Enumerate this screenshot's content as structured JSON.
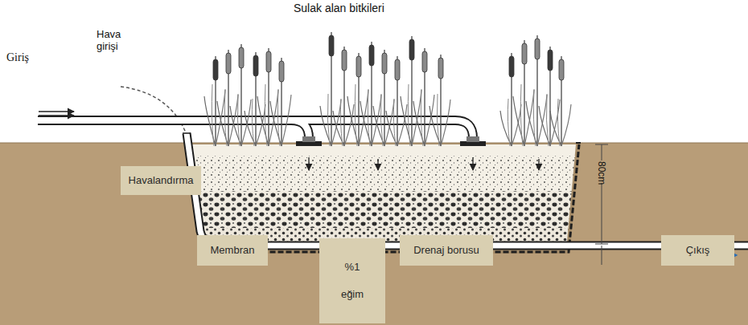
{
  "diagram": {
    "nodes": [
      {
        "text": [
          "Havalandırma"
        ]
      },
      {
        "text": [
          "Membran"
        ]
      },
      {
        "text": [
          "%1 eğim"
        ]
      },
      {
        "text": [
          "Drenaj borusu"
        ]
      },
      {
        "text": [
          "Çıkış"
        ]
      }
    ],
    "labels": [
      "Sulak alan bitkileri",
      "Giriş",
      "Hava girişi",
      "80cm"
    ]
  }
}
